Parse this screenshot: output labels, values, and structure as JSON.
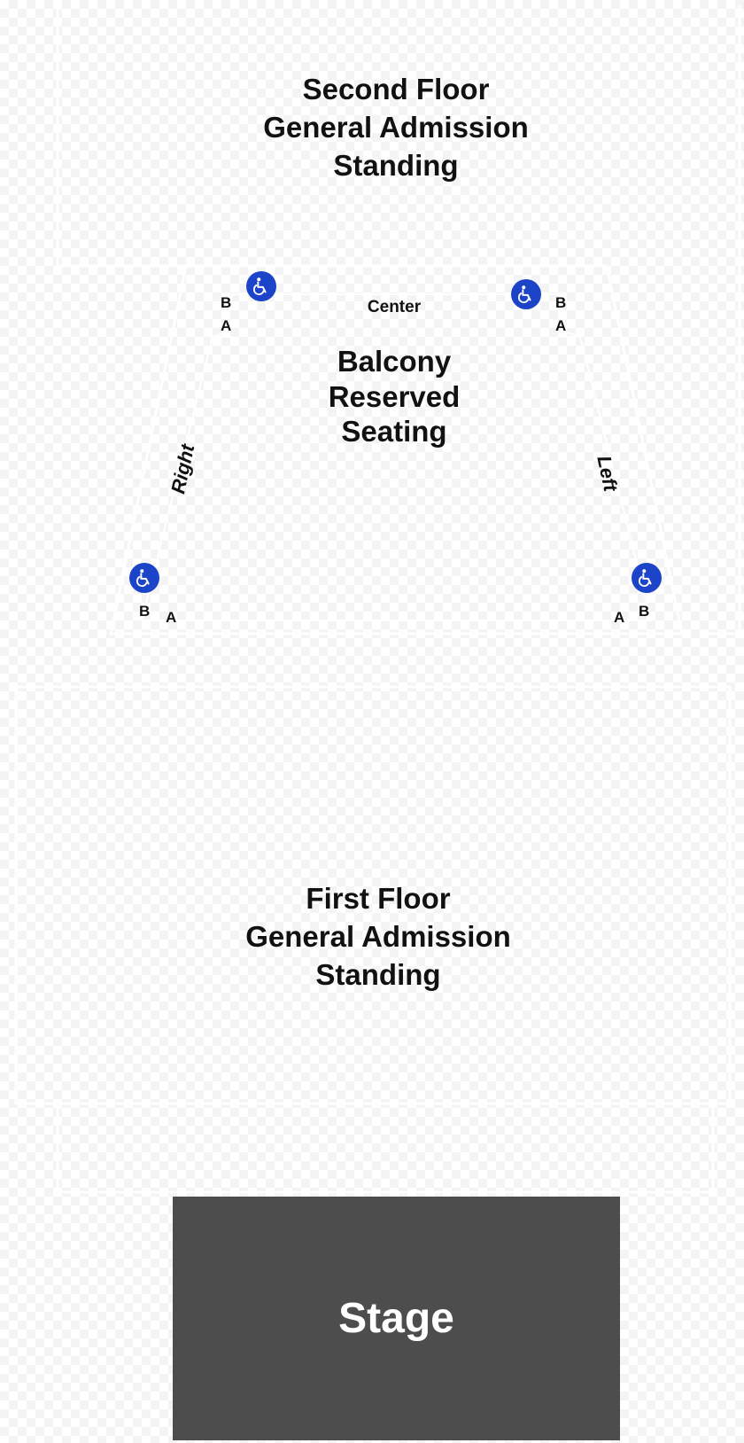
{
  "second_floor": {
    "lines": [
      "Second Floor",
      "General Admission",
      "Standing"
    ]
  },
  "balcony": {
    "center_label": "Center",
    "lines": [
      "Balcony",
      "Reserved",
      "Seating"
    ],
    "right_label": "Right",
    "left_label": "Left",
    "rows": {
      "a": "A",
      "b": "B"
    }
  },
  "first_floor": {
    "lines": [
      "First Floor",
      "General Admission",
      "Standing"
    ]
  },
  "stage": {
    "label": "Stage"
  },
  "icons": {
    "accessible": "wheelchair-icon"
  },
  "colors": {
    "accessible": "#1b44c8",
    "stage": "#4d4d4d"
  }
}
